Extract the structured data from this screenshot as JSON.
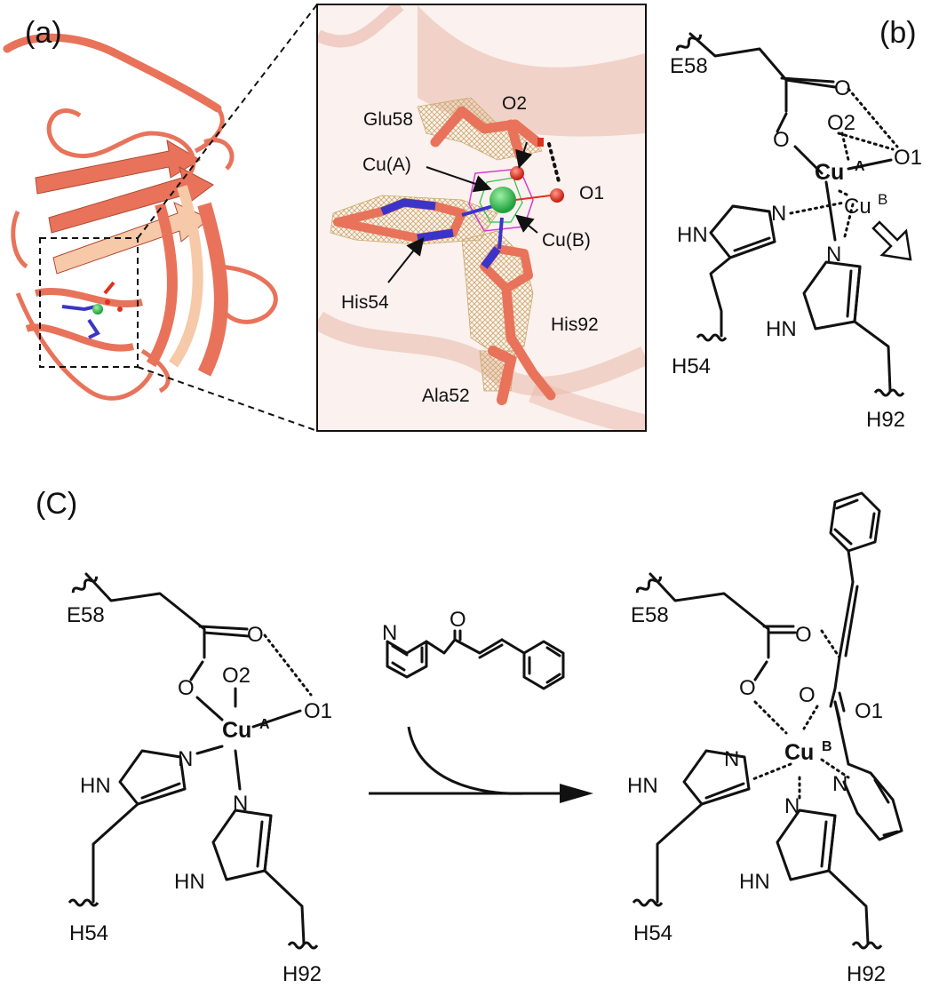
{
  "panels": {
    "a": "(a)",
    "b": "(b)",
    "c": "(C)"
  },
  "inset_labels": {
    "glu58": "Glu58",
    "o2": "O2",
    "cu_a": "Cu(A)",
    "o1": "O1",
    "cu_b": "Cu(B)",
    "his54": "His54",
    "his92": "His92",
    "ala52": "Ala52"
  },
  "scheme_b": {
    "e58": "E58",
    "h54": "H54",
    "h92": "H92",
    "o": "O",
    "o2": "O2",
    "o1": "O1",
    "n": "N",
    "hn": "HN",
    "cu": "Cu",
    "sup_a": "A",
    "sup_b": "B"
  },
  "scheme_c_left": {
    "e58": "E58",
    "h54": "H54",
    "h92": "H92",
    "o": "O",
    "o2": "O2",
    "o1": "O1",
    "n": "N",
    "hn": "HN",
    "cu": "Cu",
    "sup_a": "A"
  },
  "reagent": {
    "n": "N",
    "o": "O"
  },
  "scheme_c_right": {
    "e58": "E58",
    "h54": "H54",
    "h92": "H92",
    "o": "O",
    "o1": "O1",
    "n": "N",
    "hn": "HN",
    "cu": "Cu",
    "sup_b": "B"
  },
  "colors": {
    "protein": "#e8735a",
    "protein_light": "#f6c9a8",
    "nitrogen": "#3a35c8",
    "copper_a": "#2fbf4a",
    "oxygen": "#e0301e",
    "density": "#c9a86a",
    "density_magenta": "#d63bd1"
  }
}
